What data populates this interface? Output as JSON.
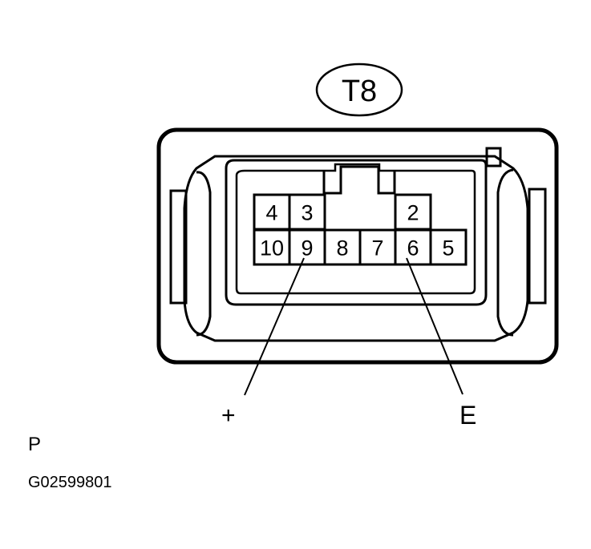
{
  "connector": {
    "name": "T8",
    "pins": [
      {
        "id": "4",
        "row": 0,
        "col": 0
      },
      {
        "id": "3",
        "row": 0,
        "col": 1
      },
      {
        "id": "2",
        "row": 0,
        "col": 4
      },
      {
        "id": "10",
        "row": 1,
        "col": 0
      },
      {
        "id": "9",
        "row": 1,
        "col": 1
      },
      {
        "id": "8",
        "row": 1,
        "col": 2
      },
      {
        "id": "7",
        "row": 1,
        "col": 3
      },
      {
        "id": "6",
        "row": 1,
        "col": 4
      },
      {
        "id": "5",
        "row": 1,
        "col": 5
      }
    ]
  },
  "callouts": [
    {
      "pin": "9",
      "label": "+"
    },
    {
      "pin": "6",
      "label": "E"
    }
  ],
  "footer": {
    "view_code": "P",
    "figure_code": "G02599801"
  }
}
